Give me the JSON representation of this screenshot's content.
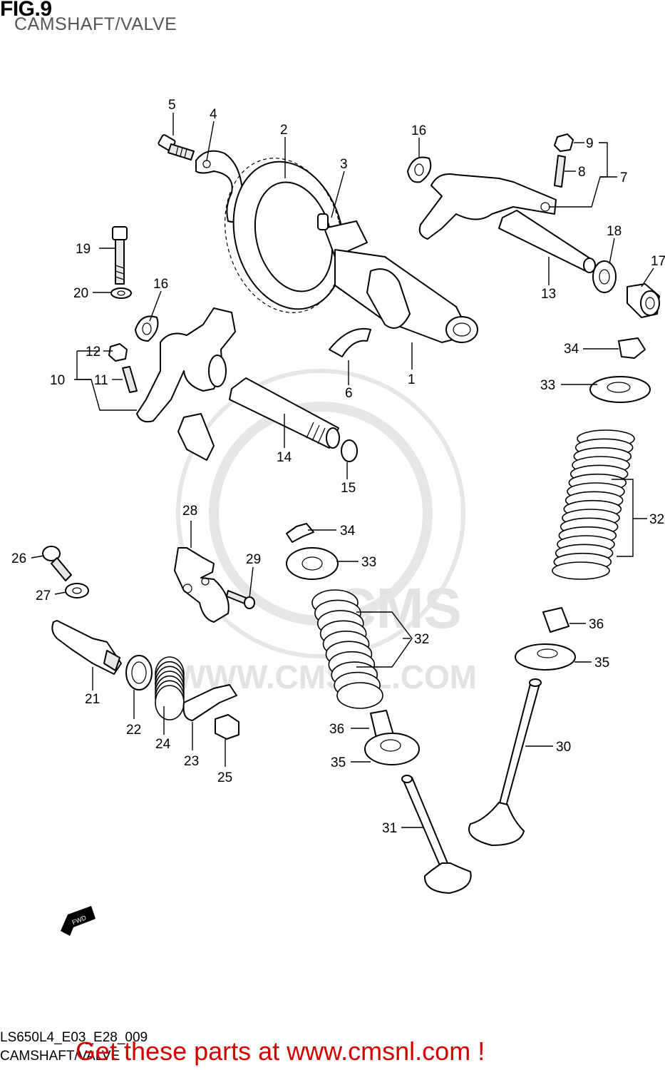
{
  "header": {
    "figure_label": "FIG.9",
    "title": "CAMSHAFT/VALVE"
  },
  "watermark": {
    "text_main": "CMS",
    "text_url": "WWW.CMSNL.COM"
  },
  "callouts": {
    "n1": "1",
    "n2": "2",
    "n3": "3",
    "n4": "4",
    "n5": "5",
    "n6": "6",
    "n7": "7",
    "n8": "8",
    "n9": "9",
    "n10": "10",
    "n11": "11",
    "n12": "12",
    "n13": "13",
    "n14": "14",
    "n15": "15",
    "n16": "16",
    "n17": "17",
    "n18": "18",
    "n19": "19",
    "n20": "20",
    "n21": "21",
    "n22": "22",
    "n23": "23",
    "n24": "24",
    "n25": "25",
    "n26": "26",
    "n27": "27",
    "n28": "28",
    "n29": "29",
    "n30": "30",
    "n31": "31",
    "n32": "32",
    "n33": "33",
    "n34": "34",
    "n35": "35",
    "n36": "36"
  },
  "fwd_label": "FWD",
  "footer": {
    "diagram_code": "LS650L4_E03_E28_009",
    "subtitle": "CAMSHAFT/VALVE",
    "cta": "Get these parts at www.cmsnl.com !"
  },
  "colors": {
    "cta": "#d00000",
    "watermark": "#e2e2e2",
    "ink": "#000000"
  }
}
